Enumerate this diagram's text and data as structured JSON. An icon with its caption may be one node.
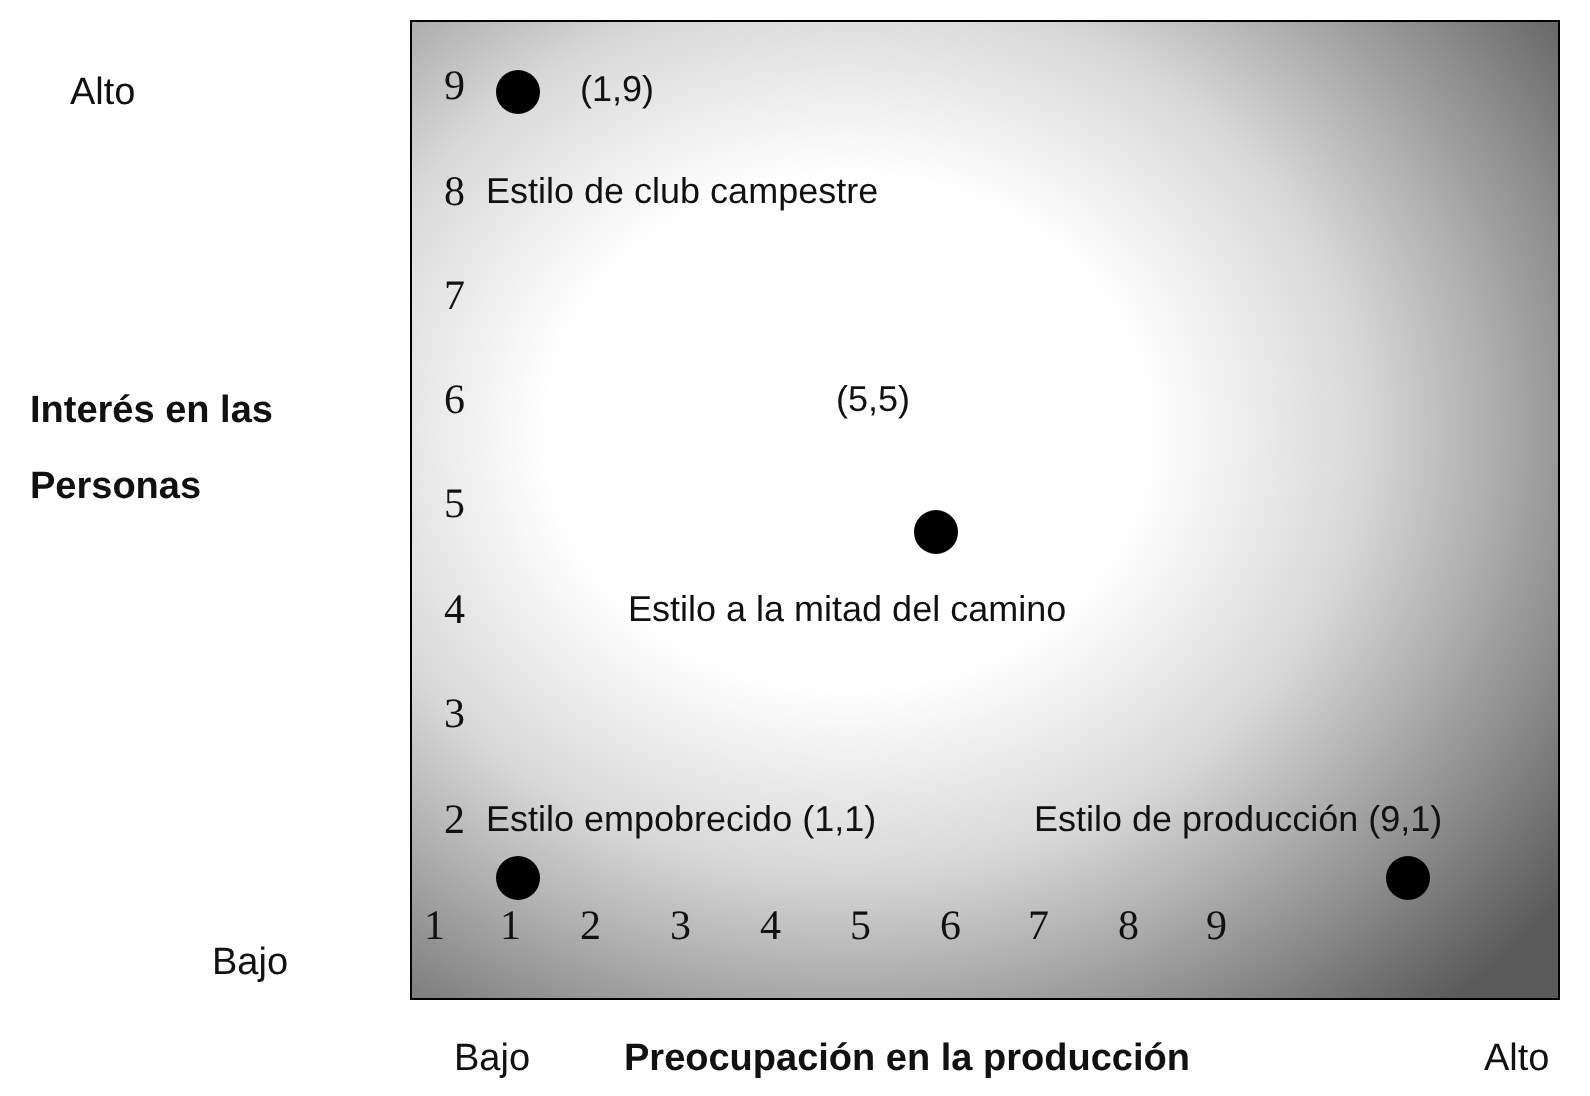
{
  "diagram": {
    "labels": [
      "Alto",
      "9",
      "(1,9)",
      "8",
      "Estilo de club campestre",
      "7",
      "Interés en las Personas",
      "6",
      "(5,5)",
      "5",
      "4",
      "Estilo a la mitad del camino",
      "3",
      "2",
      "Estilo empobrecido (1,1)",
      "Estilo de producción (9,1)",
      "Bajo",
      "1",
      "1",
      "2",
      "3",
      "4",
      "5",
      "6",
      "7",
      "8",
      "9",
      "Bajo",
      "Preocupación en la producción",
      "Alto"
    ]
  }
}
